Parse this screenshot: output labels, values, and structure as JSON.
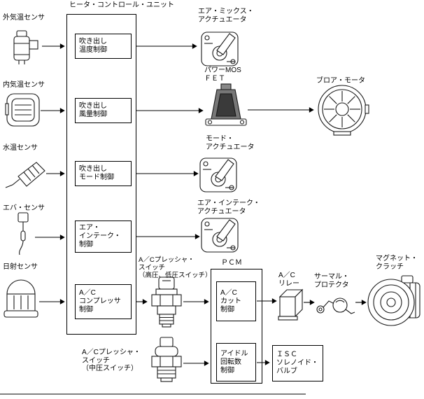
{
  "diagram": {
    "title": "ヒータ・コントロール・ユニット",
    "sensors": [
      {
        "label": "外気温センサ",
        "icon": "outside-temp-sensor-icon"
      },
      {
        "label": "内気温センサ",
        "icon": "inside-temp-sensor-icon"
      },
      {
        "label": "水温センサ",
        "icon": "water-temp-sensor-icon"
      },
      {
        "label": "エバ・センサ",
        "icon": "evaporator-sensor-icon"
      },
      {
        "label": "日射センサ",
        "icon": "sunload-sensor-icon"
      }
    ],
    "control_boxes": [
      {
        "label": "吹き出し\n温度制御"
      },
      {
        "label": "吹き出し\n風量制御"
      },
      {
        "label": "吹き出し\nモード制御"
      },
      {
        "label": "エア・\nインテーク・\n制御"
      },
      {
        "label": "A／C\nコンプレッサ\n制御"
      }
    ],
    "actuators": {
      "air_mix": "エア・ミックス・\nアクチュエータ",
      "power_mos_fet": "パワーMOS\nＦＥＴ",
      "blower_motor": "ブロア・モータ",
      "mode": "モード・\nアクチュエータ",
      "air_intake": "エア・インテーク・\nアクチュエータ"
    },
    "pcm": {
      "title": "ＰＣＭ",
      "boxes": [
        {
          "label": "A／C\nカット\n制御"
        },
        {
          "label": "アイドル\n回転数\n制御"
        }
      ]
    },
    "bottom": {
      "pressure_switch_high_low": "A／Cプレッシャ・\nスイッチ\n（高圧、低圧スイッチ）",
      "pressure_switch_mid": "A／Cプレッシャ・\nスイッチ\n（中圧スイッチ）",
      "ac_relay": "A／C\nリレー",
      "thermal_protector": "サーマル・\nプロテクタ",
      "magnet_clutch": "マグネット・\nクラッチ",
      "isc_valve": "ＩＳＣ\nソレノイド・\nバルブ"
    },
    "colors": {
      "line": "#000000",
      "background": "#ffffff",
      "fet_body": "#777777",
      "fet_core": "#3a3a3a"
    }
  }
}
